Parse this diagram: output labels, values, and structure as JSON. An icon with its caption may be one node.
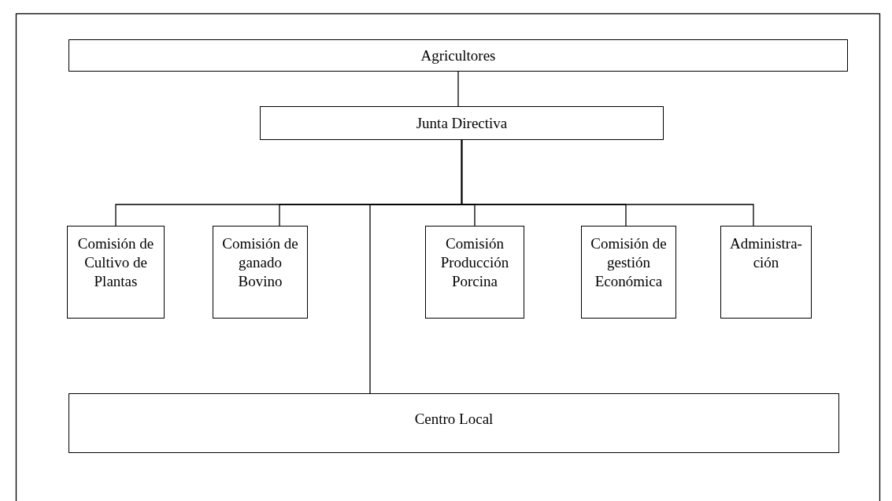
{
  "diagram": {
    "nodes": [
      {
        "text": [
          "Agricultores"
        ]
      },
      {
        "text": [
          "Junta Directiva"
        ]
      },
      {
        "text": [
          "Comisión de Cultivo de Plantas"
        ]
      },
      {
        "text": [
          "Comisión de ganado Bovino"
        ]
      },
      {
        "text": [
          "Comisión Producción Porcina"
        ]
      },
      {
        "text": [
          "Comisión de gestión Económica"
        ]
      },
      {
        "text": [
          "Administra- ción"
        ]
      },
      {
        "text": [
          "Centro Local"
        ]
      }
    ],
    "edges": [
      {
        "from": 0,
        "to": 1,
        "arrow": "none"
      },
      {
        "from": 1,
        "to": 2,
        "arrow": "none"
      },
      {
        "from": 1,
        "to": 3,
        "arrow": "none"
      },
      {
        "from": 1,
        "to": 7,
        "arrow": "none"
      },
      {
        "from": 1,
        "to": 4,
        "arrow": "none"
      },
      {
        "from": 1,
        "to": 5,
        "arrow": "none"
      },
      {
        "from": 1,
        "to": 6,
        "arrow": "none"
      }
    ]
  }
}
